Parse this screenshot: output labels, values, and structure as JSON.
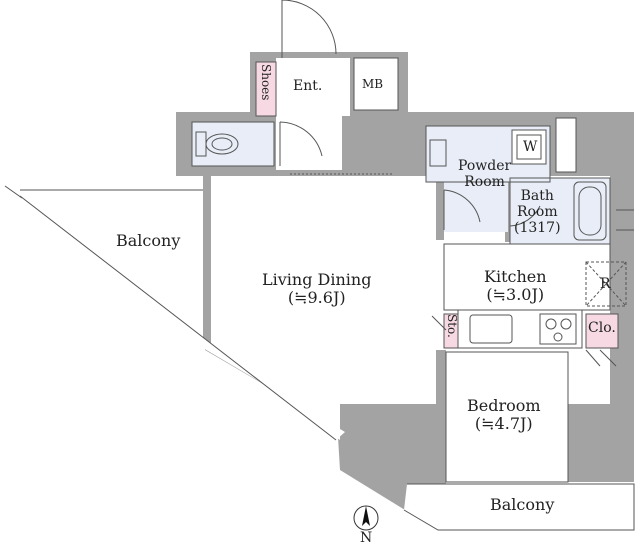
{
  "rooms": {
    "entrance": "Ent.",
    "shoes": "Shoes",
    "mb": "MB",
    "powder_room": [
      "Powder",
      "Room"
    ],
    "washer": "W",
    "bath_room": [
      "Bath",
      "Room",
      "(1317)"
    ],
    "balcony_left": "Balcony",
    "living_dining": [
      "Living Dining",
      "(≒9.6J)"
    ],
    "kitchen": [
      "Kitchen",
      "(≒3.0J)"
    ],
    "refrigerator": "R",
    "storage": "Sto.",
    "closet": "Clo.",
    "bedroom": [
      "Bedroom",
      "(≒4.7J)"
    ],
    "balcony_bottom": "Balcony"
  },
  "compass": {
    "label": "N"
  },
  "colors": {
    "wall": "#a3a3a3",
    "wet_area": "#e8edf7",
    "storage_pink": "#f6d9e2",
    "line": "#555555"
  }
}
